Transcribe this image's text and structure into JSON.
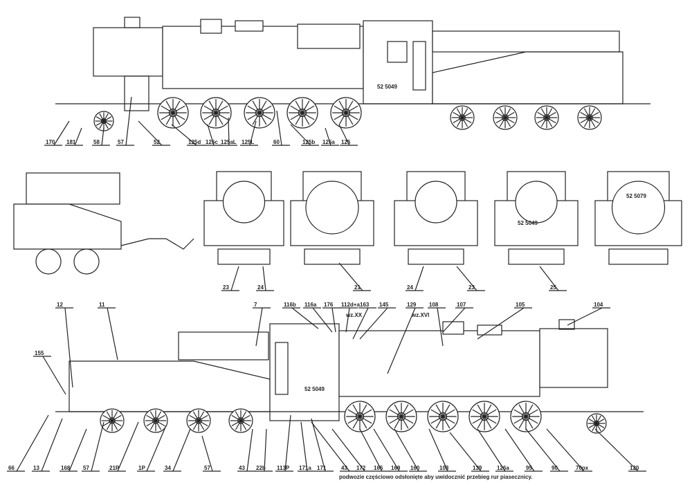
{
  "top_view_labels": [
    "170",
    "181",
    "58",
    "57",
    "52",
    "125d",
    "125c",
    "125aL",
    "125L",
    "60",
    "125b",
    "125a",
    "125"
  ],
  "top_view_plate": "52 5049",
  "middle_view_labels": [
    "23",
    "24",
    "21",
    "24",
    "23",
    "25"
  ],
  "middle_view_plates": [
    "52 5049",
    "52 5079"
  ],
  "bottom_top_labels": [
    "12",
    "11",
    "7",
    "155",
    "116b",
    "116a",
    "176",
    "112d+a",
    "163",
    "145",
    "129",
    "108",
    "107",
    "105",
    "104"
  ],
  "bottom_markers": [
    "wz.XX",
    "wz.XVI"
  ],
  "bottom_plate": "52 5049",
  "bottom_labels": [
    "66",
    "13",
    "168",
    "57",
    "21P",
    "1P",
    "34",
    "57",
    "43",
    "22b",
    "113P",
    "171a",
    "171",
    "43",
    "172",
    "165",
    "169",
    "160",
    "103",
    "139",
    "126a",
    "95",
    "90",
    "70px",
    "120"
  ],
  "caption": "podwozie częściowo odsłonięte aby uwidocznić przebieg rur piasecznicy."
}
